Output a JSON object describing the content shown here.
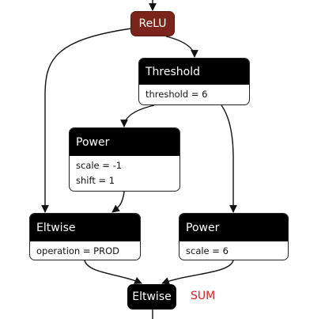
{
  "nodes": {
    "relu": {
      "label": "ReLU",
      "color": "#7a241c"
    },
    "threshold": {
      "label": "Threshold",
      "attrs": [
        "threshold = 6"
      ]
    },
    "power_1": {
      "label": "Power",
      "attrs": [
        "scale = -1",
        "shift = 1"
      ]
    },
    "eltwise_prod": {
      "label": "Eltwise",
      "attrs": [
        "operation = PROD"
      ]
    },
    "power_2": {
      "label": "Power",
      "attrs": [
        "scale = 6"
      ]
    },
    "eltwise_sum": {
      "label": "Eltwise"
    }
  },
  "annotations": {
    "sum": {
      "text": "SUM",
      "color": "#d62020"
    }
  },
  "edges": [
    [
      "input",
      "relu"
    ],
    [
      "relu",
      "threshold"
    ],
    [
      "relu",
      "eltwise_prod"
    ],
    [
      "threshold",
      "power_1"
    ],
    [
      "threshold",
      "power_2"
    ],
    [
      "power_1",
      "eltwise_prod"
    ],
    [
      "eltwise_prod",
      "eltwise_sum"
    ],
    [
      "power_2",
      "eltwise_sum"
    ],
    [
      "eltwise_sum",
      "output"
    ]
  ]
}
